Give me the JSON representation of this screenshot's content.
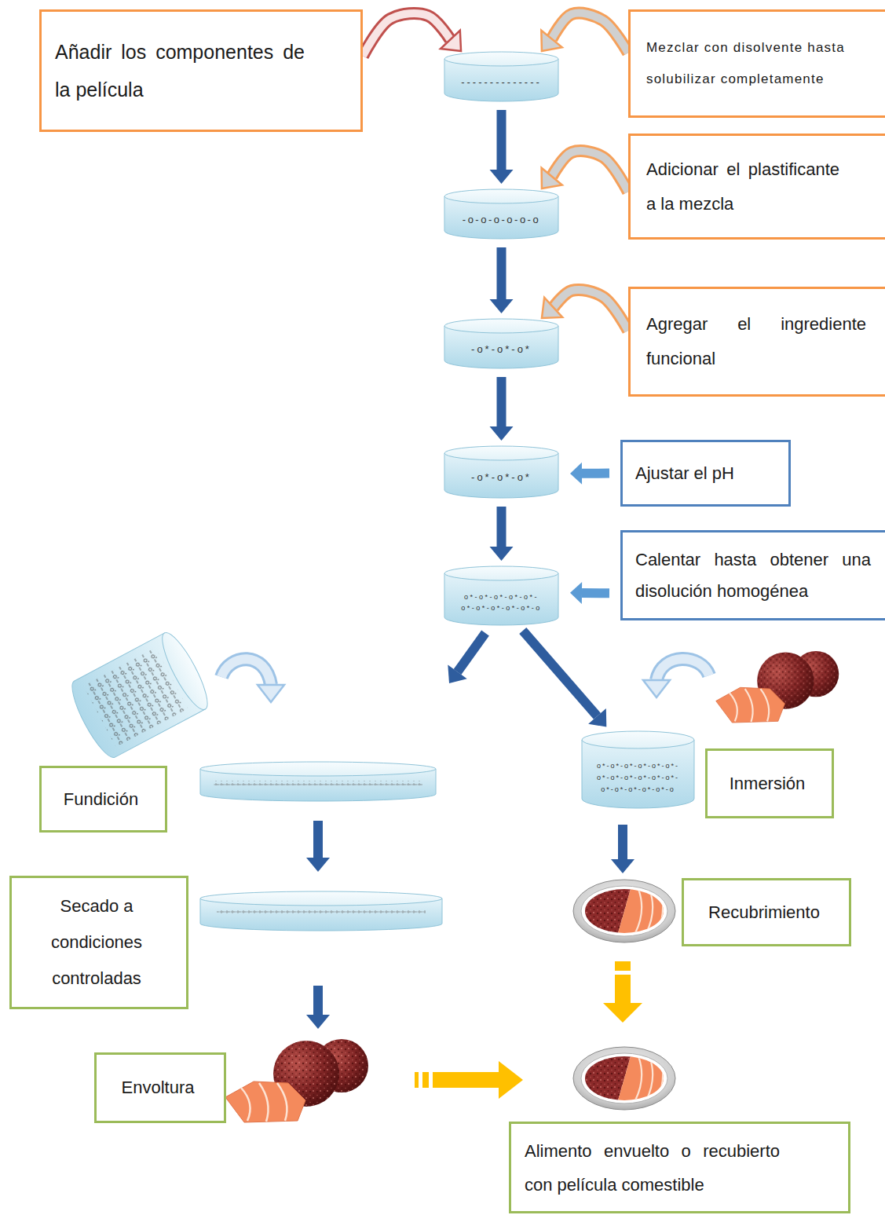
{
  "diagram": {
    "nodes": [
      {
        "text": [
          "Añadir los componentes de la película"
        ]
      },
      {
        "text": [
          "--------------"
        ]
      },
      {
        "text": [
          "Mezclar con disolvente hasta solubilizar completamente"
        ]
      },
      {
        "text": [
          "-o-o-o-o-o-o"
        ]
      },
      {
        "text": [
          "Adicionar el plastificante a la mezcla"
        ]
      },
      {
        "text": [
          "-o*-o*-o*"
        ]
      },
      {
        "text": [
          "Agregar el ingrediente funcional"
        ]
      },
      {
        "text": [
          "-o*-o*-o*"
        ]
      },
      {
        "text": [
          "Ajustar el pH"
        ]
      },
      {
        "text": [
          "o*-o*-o*-o*-o*-",
          "o*-o*-o*-o*-o*-o"
        ]
      },
      {
        "text": [
          "Calentar hasta obtener una disolución homogénea"
        ]
      },
      {
        "text": [
          "Fundición"
        ]
      },
      {
        "text": [
          "o*-o*-o*-o*-o*-o*-",
          "o*-o*-o*-o*-o*-o*-",
          "o*-o*-o*-o*-o*-o"
        ]
      },
      {
        "text": [
          "Inmersión"
        ]
      },
      {
        "text": [
          "Secado a condiciones controladas"
        ]
      },
      {
        "text": [
          "Recubrimiento"
        ]
      },
      {
        "text": [
          "Envoltura"
        ]
      },
      {
        "text": [
          "Alimento envuelto o recubierto con película comestible"
        ]
      }
    ],
    "edges": [
      {
        "from": 0,
        "to": 1,
        "arrow": "to"
      },
      {
        "from": 2,
        "to": 1,
        "arrow": "to"
      },
      {
        "from": 1,
        "to": 3,
        "arrow": "to"
      },
      {
        "from": 4,
        "to": 3,
        "arrow": "to"
      },
      {
        "from": 3,
        "to": 5,
        "arrow": "to"
      },
      {
        "from": 6,
        "to": 5,
        "arrow": "to"
      },
      {
        "from": 5,
        "to": 7,
        "arrow": "to"
      },
      {
        "from": 8,
        "to": 7,
        "arrow": "to"
      },
      {
        "from": 7,
        "to": 9,
        "arrow": "to"
      },
      {
        "from": 10,
        "to": 9,
        "arrow": "to"
      },
      {
        "from": 9,
        "to": 12,
        "arrow": "to"
      }
    ]
  }
}
